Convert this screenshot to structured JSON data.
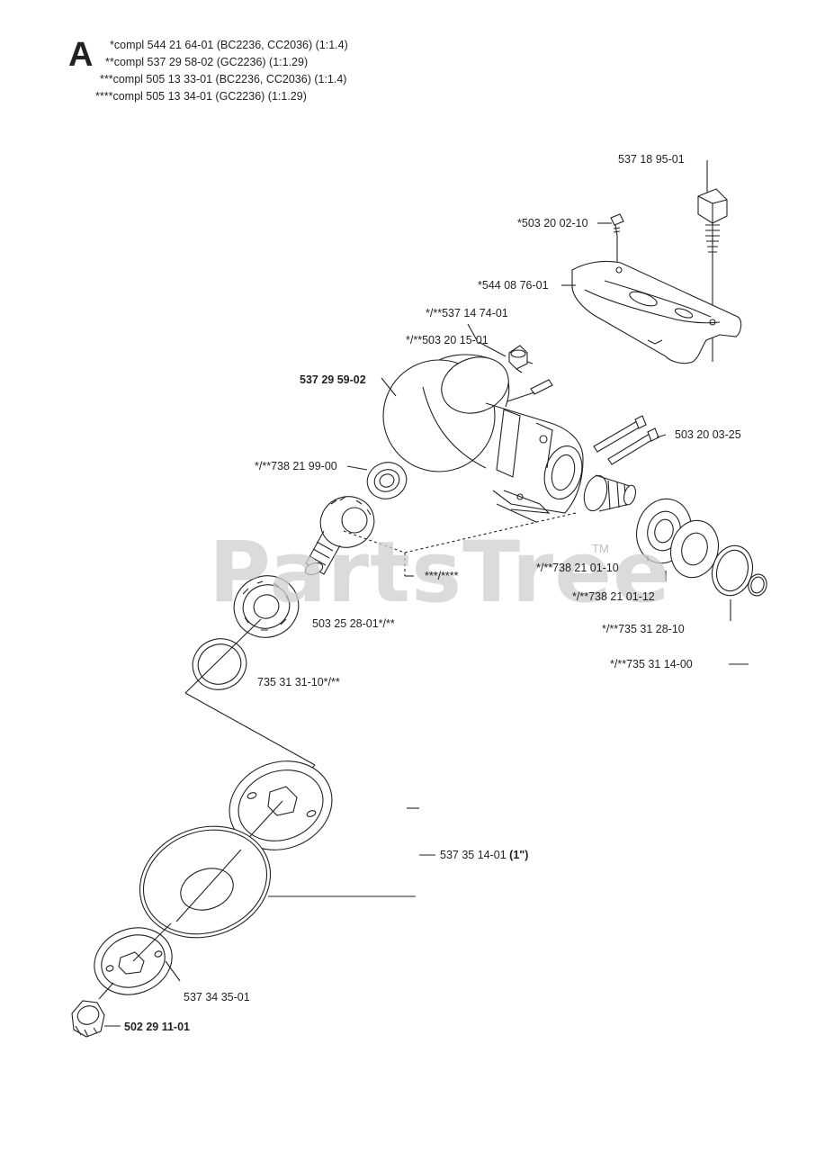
{
  "section": "A",
  "notes": [
    "*compl 544 21 64-01 (BC2236, CC2036) (1:1.4)",
    "**compl 537 29 58-02 (GC2236) (1:1.29)",
    "***compl 505 13 33-01 (BC2236, CC2036) (1:1.4)",
    "****compl 505 13 34-01 (GC2236) (1:1.29)"
  ],
  "parts": {
    "p1": "537 18 95-01",
    "p2": "*503 20 02-10",
    "p3": "*544 08 76-01",
    "p4": "*/**537 14 74-01",
    "p5": "*/**503 20 15-01",
    "p6": "537 29 59-02",
    "p7": "503 20 03-25",
    "p8": "*/**738 21 99-00",
    "p9": "***/****",
    "p10": "*/**738 21 01-10",
    "p11": "*/**738 21 01-12",
    "p12": "503 25 28-01*/**",
    "p13": "*/**735 31 28-10",
    "p14": "*/**735 31 14-00",
    "p15": "735 31 31-10*/**",
    "p16_a": "537 35 14-01",
    "p16_b": "(1\")",
    "p17": "537 34 35-01",
    "p18": "502 29 11-01"
  },
  "watermark": "PartsTree",
  "watermark_mark": "TM"
}
